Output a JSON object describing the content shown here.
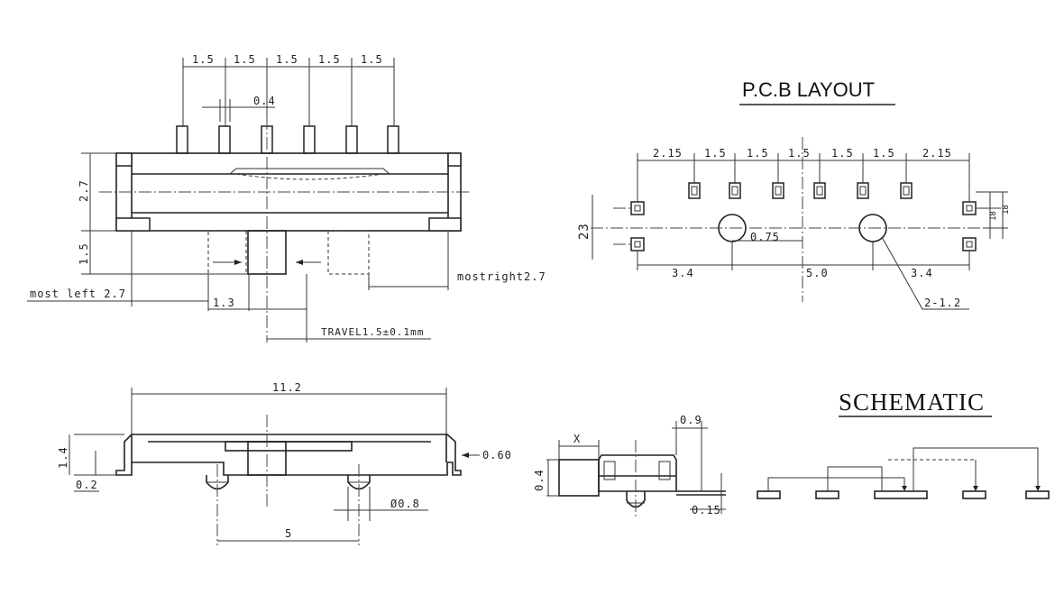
{
  "titles": {
    "pcb_layout": "P.C.B LAYOUT",
    "schematic": "SCHEMATIC"
  },
  "top_view": {
    "pitch_1": "1.5",
    "pitch_2": "1.5",
    "pitch_3": "1.5",
    "pitch_4": "1.5",
    "pitch_5": "1.5",
    "pin_width": "0.4",
    "body_height": "2.7",
    "actuator_height": "1.5",
    "most_left": "most left 2.7",
    "most_right": "mostright2.7",
    "position": "1.3",
    "travel": "TRAVEL1.5±0.1mm"
  },
  "pcb_layout": {
    "edge_left": "2.15",
    "pitch_1": "1.5",
    "pitch_2": "1.5",
    "pitch_3": "1.5",
    "pitch_4": "1.5",
    "pitch_5": "1.5",
    "edge_right": "2.15",
    "height": "23",
    "hole_offset": "0.75",
    "span_left": "3.4",
    "span_center": "5.0",
    "span_right": "3.4",
    "holes": "2-1.2",
    "small_1": "18",
    "small_2": "18"
  },
  "front_view": {
    "length": "11.2",
    "height": "1.4",
    "terminal": "0.2",
    "lead": "0.60",
    "peg": "Ø0.8",
    "peg_spacing": "5"
  },
  "side_view": {
    "x_label": "X",
    "top_width": "0.9",
    "height": "0.4",
    "thickness": "0.15"
  },
  "colors": {
    "line": "#222222",
    "background": "#ffffff"
  }
}
